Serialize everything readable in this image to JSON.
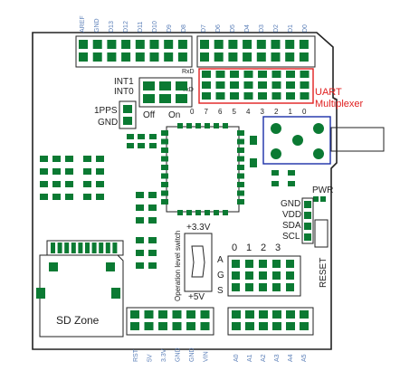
{
  "colors": {
    "pcb_fill": "#ffffff",
    "outline": "#222222",
    "pad": "#0b7a33",
    "pad_light": "#e9f5ec",
    "label_blue": "#5b7fb8",
    "label_dark": "#222222",
    "uart_red": "#e02020",
    "blue_box": "#1b2fa8"
  },
  "top_header": {
    "left_labels": [
      "AREF",
      "GND",
      "D13",
      "D12",
      "D11",
      "D10",
      "D9",
      "D8"
    ],
    "right_labels": [
      "D7",
      "D6",
      "D5",
      "D4",
      "D3",
      "D2",
      "D1",
      "D0"
    ],
    "pin_numbers": [
      "0",
      "7",
      "6",
      "5",
      "4",
      "3",
      "2",
      "1",
      "0"
    ],
    "rxd": "RxD",
    "txd": "TxD"
  },
  "int_labels": {
    "int1": "INT1",
    "int0": "INT0"
  },
  "pps": {
    "label1": "1PPS",
    "label2": "GND"
  },
  "off_on": {
    "off": "Off",
    "on": "On"
  },
  "uart": {
    "line1": "UART",
    "line2": "Multiplexer"
  },
  "i2c": {
    "gnd": "GND",
    "vdd": "VDD",
    "sda": "SDA",
    "scl": "SCL"
  },
  "pwr": "PWR",
  "reset": "RESET",
  "voltage": {
    "v33": "+3.3V",
    "v5": "+5V",
    "switch_text": "Operation level switch"
  },
  "ags": [
    "A",
    "G",
    "S"
  ],
  "analog_nums": [
    "0",
    "1",
    "2",
    "3"
  ],
  "sd_zone": "SD Zone",
  "bottom_header": {
    "left_labels": [
      "RST",
      "5V",
      "3.3V",
      "GND",
      "GND",
      "VIN"
    ],
    "right_labels": [
      "A0",
      "A1",
      "A2",
      "A3",
      "A4",
      "A5"
    ]
  }
}
